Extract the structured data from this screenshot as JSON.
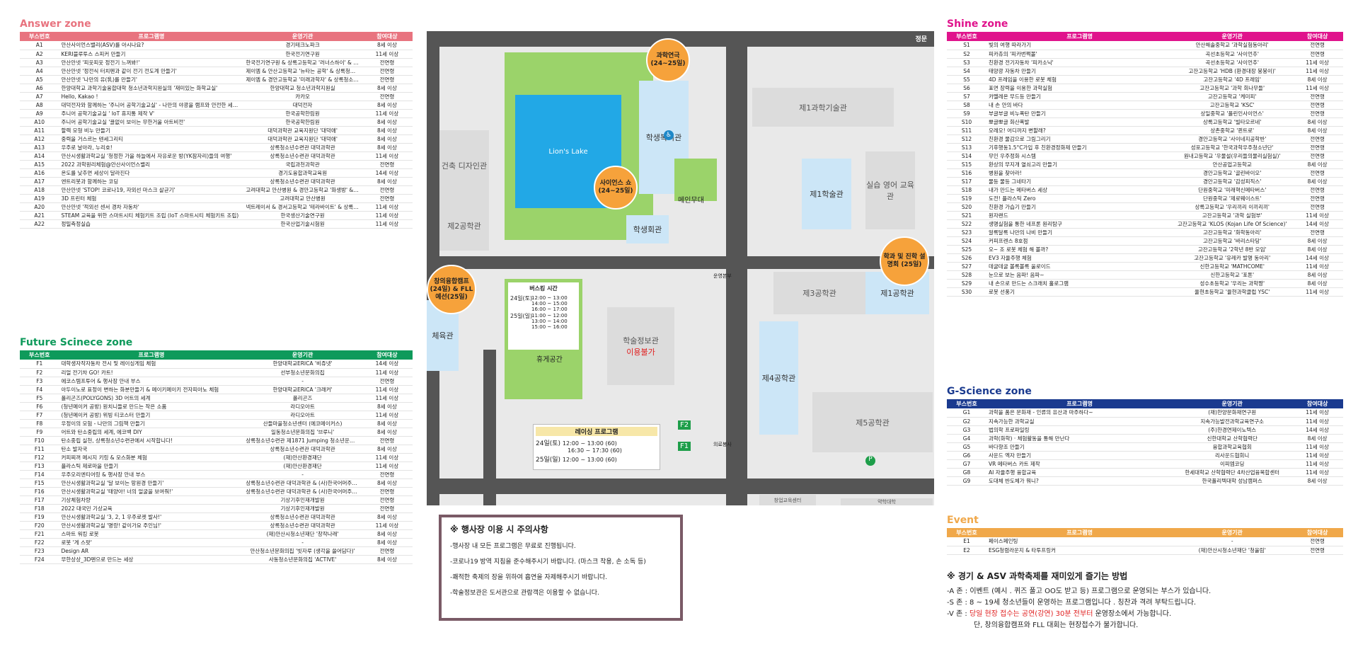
{
  "answer_zone": {
    "title": "Answer zone",
    "color": "#e8737f",
    "headers": [
      "부스번호",
      "프로그램명",
      "운영기관",
      "참여대상"
    ],
    "rows": [
      [
        "A1",
        "안산사이언스밸리(ASV)를 아시나요?",
        "경기테크노파크",
        "8세 이상"
      ],
      [
        "A2",
        "KERI블루투스 스피커 만들기",
        "한국전기연구원",
        "11세 이상"
      ],
      [
        "A3",
        "안산안넷 '피읏피읏 정전기 느껴봐!'",
        "한국전기연구원 & 상록고등학교 '러너스하이' & 상록청소년수련관 대덕과학관",
        "전연령"
      ],
      [
        "A4",
        "안산안넷 '정전식 터치펜과 같이 전기 전도계 만들기'",
        "제이엠 & 안산고등학교 '뉴타는 공학' & 상록청소년수련관 대덕과학관",
        "전연령"
      ],
      [
        "A5",
        "안산안넷 '나만의 유(乳)를 만들기'",
        "제이엠 & 경안고등학교 '미래과학자' & 상록청소년수련관 대덕과학관",
        "전연령"
      ],
      [
        "A6",
        "한양대학교 과학기술융합대학 청소년과학지원실의 '재미있는 화학교실'",
        "한양대학교 청소년과학지원실",
        "8세 이상"
      ],
      [
        "A7",
        "Hello, Kakao !",
        "카카오",
        "전연령"
      ],
      [
        "A8",
        "대덕전자와 함께하는 '주니어 공학기술교실' - 나만의 야광을 램프와 안전한 세이프카?",
        "대덕전자",
        "8세 이상"
      ],
      [
        "A9",
        "주니어 공학기술교실 ' IoT 휴지통 제작 V'",
        "한국공학한림원",
        "11세 이상"
      ],
      [
        "A10",
        "주니어 공학기술교실 '끌없이 보이는 무한거울 아트비전'",
        "한국공학한림원",
        "8세 이상"
      ],
      [
        "A11",
        "할렉 모형 비누 만들기",
        "대덕과학관 교육지원단 '대덕애'",
        "8세 이상"
      ],
      [
        "A12",
        "중력을 거스르는 텐세그리티",
        "대덕과학관 교육지원단 '대덕애'",
        "8세 이상"
      ],
      [
        "A13",
        "우주로 날아라, 누리호!",
        "상록청소년수련관 대덕과학관",
        "8세 이상"
      ],
      [
        "A14",
        "안산시생활과학교실 '청정한 가을 하늘에서 자유로운 방(YK잠자리)들의 여행'",
        "상록청소년수련관 대덕과학관",
        "11세 이상"
      ],
      [
        "A15",
        "2022 과학원리체험@안산사이언스밸리",
        "국립과천과학관",
        "전연령"
      ],
      [
        "A16",
        "온도를 낮추면 세상이 달라진다",
        "경기도융합과학교육원",
        "14세 이상"
      ],
      [
        "A17",
        "엔트리봇과 함께하는 코딩",
        "상록청소년수련관 대덕과학관",
        "8세 이상"
      ],
      [
        "A18",
        "안산안넷 'STOP! 코로나19, 자외선 마스크 살균기'",
        "고려대학교 안산병원 & 경안고등학교 '화생방' & 상록청소년수련관 대덕과학관",
        "전연령"
      ],
      [
        "A19",
        "3D 프린터 체험",
        "고려대학교 안산병원",
        "전연령"
      ],
      [
        "A20",
        "안산안넷 '적외선 센서 경차 자동차'",
        "넥트레이서 & 경서고등학교 '테라바이트' & 상록청소년수련관 대덕과학관",
        "11세 이상"
      ],
      [
        "A21",
        "STEAM 교육을 위한 스마트시티 체험키트 조립 (IoT 스마트시티 체험키트 조립)",
        "한국생산기술연구원",
        "11세 이상"
      ],
      [
        "A22",
        "정밀측정실습",
        "한국산업기술시험원",
        "11세 이상"
      ]
    ]
  },
  "future_zone": {
    "title": "Future Scinece zone",
    "color": "#0e9a5b",
    "headers": [
      "부스번호",
      "프로그램명",
      "운영기관",
      "참여대상"
    ],
    "rows": [
      [
        "F1",
        "대학생자작자동차 전시 및 레이싱게임 체험",
        "한양대학교ERICA '비쥬넷'",
        "14세 이상"
      ],
      [
        "F2",
        "리얼 전기차 GO! 카트!",
        "선부청소년문화의집",
        "11세 이상"
      ],
      [
        "F3",
        "에코스템프투어 & 행사장 안내 부스",
        "-",
        "전연령"
      ],
      [
        "F4",
        "아두이노로 표정이 변하는 화분만들기 & 메이키메이키 전자피아노 체험",
        "한양대학교ERICA '크래커'",
        "11세 이상"
      ],
      [
        "F5",
        "폴리곤즈(POLYGONS) 3D 어트의 세계",
        "폴리곤즈",
        "11세 이상"
      ],
      [
        "F6",
        "(청년메이커 공방) 원치니들로 만드는 작은 소품",
        "라디오아트",
        "8세 이상"
      ],
      [
        "F7",
        "(청년메이커 공방) 위빙 티코스터 만들기",
        "라디오아트",
        "11세 이상"
      ],
      [
        "F8",
        "우정이의 모험 - 나만의 그림책 만들기",
        "산들마을청소년센터 (에코메이커스)",
        "8세 이상"
      ],
      [
        "F9",
        "어트와 탄소중립의 세계, 에코백 DIY",
        "일동청소년문화의집 '브루니'",
        "8세 이상"
      ],
      [
        "F10",
        "탄소중립 실천, 상록청소년수련관에서 시작합니다!",
        "상록청소년수련관 제1871 Jumping 청소년운영위원회",
        "전연령"
      ],
      [
        "F11",
        "탄소 발자국",
        "상록청소년수련관 대덕과학관",
        "8세 이상"
      ],
      [
        "F12",
        "커피찌꺼 메시지 키링 & 모스화분 체험",
        "(재)안산환경재단",
        "11세 이상"
      ],
      [
        "F13",
        "플라스틱 제로마을 만들기",
        "(재)안산환경재단",
        "11세 이상"
      ],
      [
        "F14",
        "우주오리엔티어링 & 행사장 안내 부스",
        "-",
        "전연령"
      ],
      [
        "F15",
        "안산시생활과학교실 '달 보이는 망원경 만들기'",
        "상록청소년수련관 대덕과학관 & (사)한국어머주천문학회",
        "8세 이상"
      ],
      [
        "F16",
        "안산시생활과학교실 '태양아! 너의 얼굴을 보여줘!'",
        "상록청소년수련관 대덕과학관 & (사)한국어머주천문학회",
        "전연령"
      ],
      [
        "F17",
        "기상체험차량",
        "기상기후인재개발원",
        "전연령"
      ],
      [
        "F18",
        "2022 대국민 기상교육",
        "기상기후인재개발원",
        "전연령"
      ],
      [
        "F19",
        "안산시생활과학교실 '3, 2, 1 우주로켓 발사!'",
        "상록청소년수련관 대덕과학관",
        "8세 이상"
      ],
      [
        "F20",
        "안산시생활과학교실 '명랑! 같이가요 주인님!'",
        "상록청소년수련관 대덕과학관",
        "11세 이상"
      ],
      [
        "F21",
        "스마트 워킹 로봇",
        "(재)안산시청소년재단 '창작나래'",
        "8세 이상"
      ],
      [
        "F22",
        "로봇 '게 스팟'",
        "-",
        "8세 이상"
      ],
      [
        "F23",
        "Design AR",
        "안산청소년문화의집 '빗자루 (생각을 쓸어담다)'",
        "전연령"
      ],
      [
        "F24",
        "무한상상_3D펜으로 만드는 세상",
        "사동청소년문화의집 'ACTIVE'",
        "8세 이상"
      ]
    ]
  },
  "shine_zone": {
    "title": "Shine zone",
    "color": "#e0138c",
    "headers": [
      "부스번호",
      "프로그램명",
      "운영기관",
      "참여대상"
    ],
    "rows": [
      [
        "S1",
        "빛의 여행 따라가기",
        "안산해솔중학교 '과학실험동아리'",
        "전연령"
      ],
      [
        "S2",
        "피카츄의 '피카번쩍볼'",
        "곡선초등학교 '사이언추'",
        "전연령"
      ],
      [
        "S3",
        "친환경 전기자동차 '피카소닉'",
        "곡선초등학교 '사이언추'",
        "11세 이상"
      ],
      [
        "S4",
        "태양광 자동차 만들기",
        "고잔고등학교 'HDB (환경대장 붕붕이)'",
        "11세 이상"
      ],
      [
        "S5",
        "4D 프레임을 이용한 로봇 체험",
        "고잔고등학교 '4D 프레임'",
        "8세 이상"
      ],
      [
        "S6",
        "표면 장력을 이용한 과학실험",
        "고잔고등학교 '과학 회나무들'",
        "11세 이상"
      ],
      [
        "S7",
        "카멜레온 무드등 만들기",
        "고잔고등학교 '케미피'",
        "전연령"
      ],
      [
        "S8",
        "내 손 안의 바다",
        "고잔고등학교 'KSC'",
        "전연령"
      ],
      [
        "S9",
        "부글부글 비누폭탄 만들기",
        "상일중학교 '폴린인사이언스'",
        "전연령"
      ],
      [
        "S10",
        "뽀글뽀글 화산폭발",
        "상록고등학교 '빌타오르네'",
        "8세 이상"
      ],
      [
        "S11",
        "오레오! 어디까지 변할래?",
        "상촌중학교 '퀸트로'",
        "8세 이상"
      ],
      [
        "S12",
        "친환경 물감으로 그림그리기",
        "경안고등학교 '사이네지공학반'",
        "전연령"
      ],
      [
        "S13",
        "기후행동1.5°C가입 후 친환경정화제 만들기",
        "성포고등학교 '한국과학우주청소년단'",
        "전연령"
      ],
      [
        "S14",
        "무인 우주정화 시스템",
        "원내고등학교 '우물설(우리들의물리실험실)'",
        "전연령"
      ],
      [
        "S15",
        "환상의 무지개 열쇠고리 만들기",
        "안산공업고등학교",
        "8세 이상"
      ],
      [
        "S16",
        "병원을 찾아라!",
        "경안고등학교 '골린바이오'",
        "전연령"
      ],
      [
        "S17",
        "물등 물등 그네타기",
        "경안고등학교 '감성피직스'",
        "8세 이상"
      ],
      [
        "S18",
        "내가 만드는 메타버스 세상",
        "단원중학교 '미래혁신메타버스'",
        "전연령"
      ],
      [
        "S19",
        "도전! 플라스틱 Zero",
        "단원중학교 '제로웨이스트'",
        "전연령"
      ],
      [
        "S20",
        "친환경 가습기 만들기",
        "상록고등학교 '우리끼리 이끼리끼'",
        "전연령"
      ],
      [
        "S21",
        "원자랜드",
        "고잔고등학교 '과학 실험부'",
        "11세 이상"
      ],
      [
        "S22",
        "생명실험을 통한 네프론 원리탐구",
        "고잔고등학교 'KLOS (Kojan Life Of Science)'",
        "14세 이상"
      ],
      [
        "S23",
        "알록달록 나만의 나비 만들기",
        "고잔고등학교 '화학동아리'",
        "전연령"
      ],
      [
        "S24",
        "커피프렌스 8호점",
        "고잔고등학교 '바리스타당'",
        "8세 이상"
      ],
      [
        "S25",
        "오~ 조 로봇 체험 해 볼까?",
        "고잔고등학교 '2학년 8반 모임'",
        "8세 이상"
      ],
      [
        "S26",
        "EV3 자율주행 체험",
        "고잔고등학교 '유레카 발명 동아리'",
        "14세 이상"
      ],
      [
        "S27",
        "데굴데굴 볼록볼록 울로이드",
        "신한고등학교 'MATHCOME'",
        "11세 이상"
      ],
      [
        "S28",
        "눈으로 보는 음파! 음파~",
        "신한고등학교 '포톤'",
        "8세 이상"
      ],
      [
        "S29",
        "내 손으로 만드는 스크래치 홀로그램",
        "성수초등학교 '우리는 과학짱'",
        "8세 이상"
      ],
      [
        "S30",
        "로봇 선풍기",
        "율현초등학교 '율현과학클럽 YSC'",
        "11세 이상"
      ]
    ]
  },
  "gscience_zone": {
    "title": "G-Science zone",
    "color": "#1a3a8f",
    "headers": [
      "부스번호",
      "프로그램명",
      "운영기관",
      "참여대상"
    ],
    "rows": [
      [
        "G1",
        "과학을 품은 문화재 - 인류의 유산과 마주하다~",
        "(재)한양문화재연구원",
        "11세 이상"
      ],
      [
        "G2",
        "지속가능한 과학교실",
        "지속가능발전과학교육연구소",
        "11세 이상"
      ],
      [
        "G3",
        "법의학 프로파일링",
        "(주)한경연제이노텍스",
        "14세 이상"
      ],
      [
        "G4",
        "과학(화학) · 체험활동을 통해 만난다",
        "신한대학교 산학협력단",
        "8세 이상"
      ],
      [
        "G5",
        "바다향조 만들기",
        "융합과학교육협회",
        "11세 이상"
      ],
      [
        "G6",
        "사운드 엑자 만들기",
        "리사운드협회니",
        "11세 이상"
      ],
      [
        "G7",
        "VR 메타버스 카트 제작",
        "이피엠코딩",
        "11세 이상"
      ],
      [
        "G8",
        "AI 자율주행 융합교육",
        "한세대학교 산학협력단 4차산업융복합센터",
        "11세 이상"
      ],
      [
        "G9",
        "도대체 반도체가 뭐니?",
        "한국폴리텍대학 성남캠퍼스",
        "8세 이상"
      ]
    ]
  },
  "event_zone": {
    "title": "Event",
    "color": "#f0a84a",
    "headers": [
      "부스번호",
      "프로그램명",
      "운영기관",
      "참여대상"
    ],
    "rows": [
      [
        "E1",
        "페이스페인팅",
        "-",
        "전연령"
      ],
      [
        "E2",
        "ESG청렴라운지 & 타투프링커",
        "(재)안산시청소년재단 '청울림'",
        "전연령"
      ]
    ]
  },
  "map": {
    "gate": "정문",
    "lake": "Lion's Lake",
    "buildings": {
      "student_welfare": "학생복지관",
      "architecture": "건축 디자인관",
      "eng2": "제2공학관",
      "eng_tech": "제1과학기술관",
      "eng1_gym": "제1학술관",
      "practical": "실습 영어 교육관",
      "main_stage": "메인무대",
      "student_hall": "학생회관",
      "gym": "체육관",
      "library": "학술정보관",
      "library_note": "이용불가",
      "rest": "휴게공간",
      "eng3": "제3공학관",
      "eng1": "제1공학관",
      "eng4": "제4공학관",
      "eng5": "제5공학관",
      "pharmacy": "약학대학",
      "creative": "창업교육센터",
      "unavailable": "이용불가"
    },
    "bubbles": {
      "science_play": "과학연극 (24~25일)",
      "science_show": "사이언스 쇼 (24~25일)",
      "creative_camp": "창의융합캠프 (24일) & FLL예선(25일)",
      "briefing": "학과 및 진학 설명회 (25일)"
    },
    "busking": {
      "title": "버스킹 시간",
      "d24": "24일(토)",
      "t24": "12:00 ~ 13:00\n14:00 ~ 15:00\n16:00 ~ 17:00",
      "d25": "25일(일)",
      "t25": "11:00 ~ 12:00\n13:00 ~ 14:00\n15:00 ~ 16:00"
    },
    "racing": {
      "title": "레이싱 프로그램",
      "d24": "24일(토)",
      "t24a": "12:00 ~ 13:00 (60)",
      "t24b": "16:30 ~ 17:30 (60)",
      "d25": "25일(일)",
      "t25": "12:00 ~ 13:00 (60)"
    },
    "labels": {
      "booth_left": "의료봉사",
      "booth_front": "운영본부",
      "f1": "F1",
      "f2": "F2",
      "p": "P"
    }
  },
  "notice": {
    "title": "※ 행사장 이용 시 주의사항",
    "lines": [
      "-행사장 내 모든 프로그램은 무료로 진행됩니다.",
      "-코로나19 방역 지침을 준수해주시기 바랍니다. (마스크 착용, 손 소독 등)",
      "-쾌적한 축제의 장을 위하여 흡연을 자제해주시기 바랍니다.",
      "-학술정보관은 도서관으로 관람객은 이용할 수 없습니다."
    ]
  },
  "method": {
    "title": "※ 경기 & ASV 과학축제를 재미있게 즐기는 방법",
    "l1": "-A 존 : 이벤트 (예시 . 퀴즈 풀고 OO도 받고 등) 프로그램으로 운영되는 부스가 있습니다.",
    "l2": "-S 존 : 8 ~ 19세 청소년들이 운영하는 프로그램입니다 . 칭찬과 격려 부탁드립니다.",
    "l3a": "-V 존 : ",
    "l3b": "당일 현장 접수는 공연(강연) 30분 전부터",
    "l3c": " 운영장소에서 가능합니다.",
    "l4": "단, 창의융합캠프와 FLL 대회는 현장접수가 불가합니다."
  }
}
